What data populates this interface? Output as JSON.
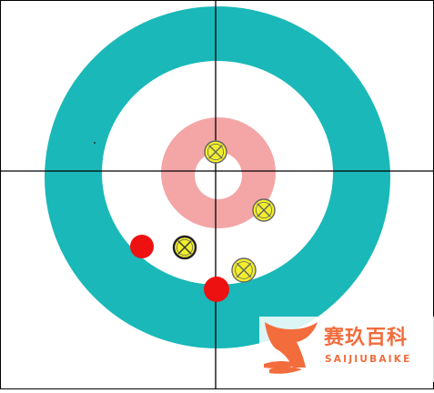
{
  "colors": {
    "background": "#ffffff",
    "twelve_foot_ring": "#1ab8b8",
    "eight_foot_ring": "#ffffff",
    "four_foot_ring": "#f4a5a5",
    "button": "#ffffff",
    "line": "#000000",
    "stone_red": "#ee1111",
    "stone_yellow": "#f2ee2a",
    "stone_mark": "#666666",
    "watermark": "#f36c3c"
  },
  "house": {
    "rings": [
      "twelve-foot",
      "eight-foot",
      "four-foot",
      "button"
    ]
  },
  "stones": [
    {
      "team": "yellow",
      "label": "yellow-stone-1",
      "marked": true
    },
    {
      "team": "yellow",
      "label": "yellow-stone-2",
      "marked": true
    },
    {
      "team": "yellow",
      "label": "yellow-stone-3",
      "marked": true,
      "emphasized": true
    },
    {
      "team": "yellow",
      "label": "yellow-stone-4",
      "marked": true
    },
    {
      "team": "red",
      "label": "red-stone-1",
      "marked": false
    },
    {
      "team": "red",
      "label": "red-stone-2",
      "marked": false
    }
  ],
  "watermark": {
    "title": "赛玖百科",
    "subtitle": "SAIJIUBAIKE",
    "icon": "whale-tail-icon"
  }
}
